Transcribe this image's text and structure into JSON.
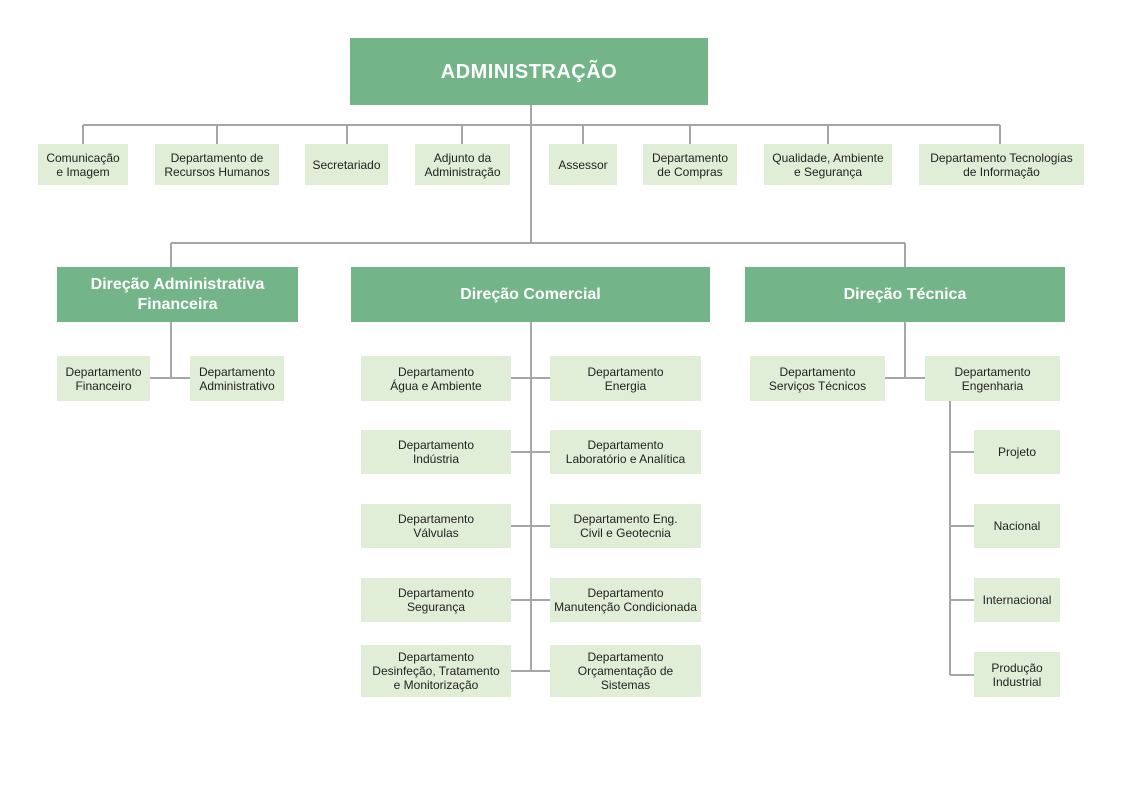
{
  "colors": {
    "header": "#73b488",
    "box": "#e0eed7",
    "line": "#a6a6a6"
  },
  "root": {
    "label": "ADMINISTRAÇÃO"
  },
  "staff": [
    "Comunicação\ne Imagem",
    "Departamento de\nRecursos Humanos",
    "Secretariado",
    "Adjunto da\nAdministração",
    "Assessor",
    "Departamento\nde Compras",
    "Qualidade, Ambiente\ne Segurança",
    "Departamento Tecnologias\nde Informação"
  ],
  "directorates": {
    "admin_fin": {
      "label": "Direção Administrativa\nFinanceira",
      "departments": [
        "Departamento\nFinanceiro",
        "Departamento\nAdministrativo"
      ]
    },
    "comercial": {
      "label": "Direção Comercial",
      "left": [
        "Departamento\nÁgua e Ambiente",
        "Departamento\nIndústria",
        "Departamento\nVálvulas",
        "Departamento\nSegurança",
        "Departamento\nDesinfeção, Tratamento\ne Monitorização"
      ],
      "right": [
        "Departamento\nEnergia",
        "Departamento\nLaboratório e Analítica",
        "Departamento Eng.\nCivil e Geotecnia",
        "Departamento\nManutenção Condicionada",
        "Departamento\nOrçamentação de Sistemas"
      ]
    },
    "tecnica": {
      "label": "Direção Técnica",
      "departments": [
        "Departamento\nServiços Técnicos",
        "Departamento\nEngenharia"
      ],
      "engineering_units": [
        "Projeto",
        "Nacional",
        "Internacional",
        "Produção\nIndustrial"
      ]
    }
  }
}
